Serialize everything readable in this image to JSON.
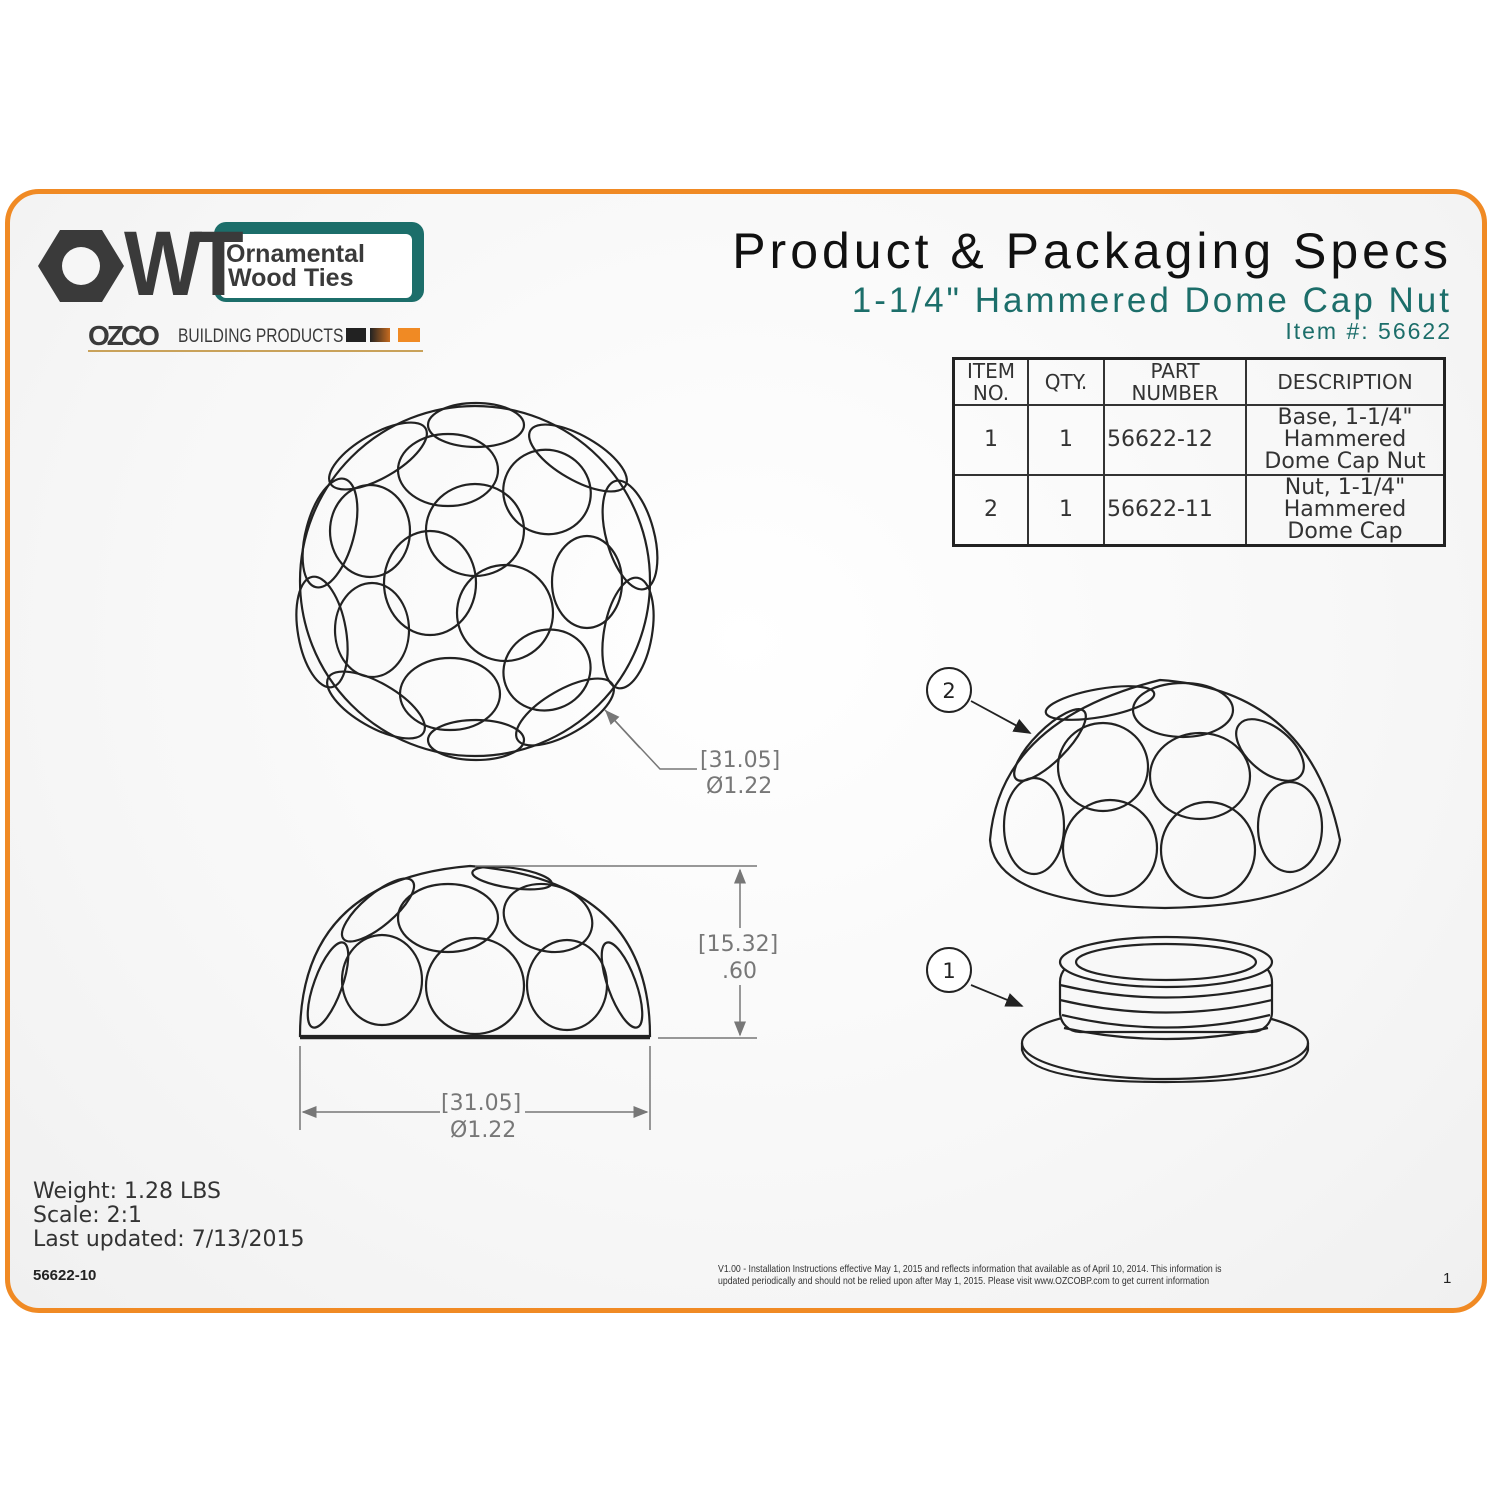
{
  "brand": {
    "logo_letters": "OWT",
    "logo_line1": "Ornamental",
    "logo_line2": "Wood Ties",
    "parent_company": "OZCO",
    "parent_tagline": "BUILDING PRODUCTS",
    "colors": {
      "accent_orange": "#f08a24",
      "teal": "#1c6e6a",
      "dark": "#3a3a3a"
    }
  },
  "header": {
    "title": "Product & Packaging Specs",
    "subtitle": "1-1/4\" Hammered Dome Cap Nut",
    "item_number": "Item #: 56622"
  },
  "bom_table": {
    "columns": [
      "ITEM NO.",
      "QTY.",
      "PART NUMBER",
      "DESCRIPTION"
    ],
    "header_lines": {
      "item_no": [
        "ITEM",
        "NO."
      ],
      "qty": [
        "QTY."
      ],
      "part_number": [
        "PART",
        "NUMBER"
      ],
      "description": [
        "DESCRIPTION"
      ]
    },
    "rows": [
      {
        "item_no": "1",
        "qty": "1",
        "part_number": "56622-12",
        "description": [
          "Base, 1-1/4\"",
          "Hammered",
          "Dome Cap Nut"
        ]
      },
      {
        "item_no": "2",
        "qty": "1",
        "part_number": "56622-11",
        "description": [
          "Nut, 1-1/4\"",
          "Hammered",
          "Dome Cap"
        ]
      }
    ]
  },
  "drawings": {
    "top_view": {
      "dim_metric": "[31.05]",
      "dim_imperial": "Ø1.22"
    },
    "side_view": {
      "height_metric": "[15.32]",
      "height_imperial": ".60",
      "width_metric": "[31.05]",
      "width_imperial": "Ø1.22"
    },
    "exploded_view": {
      "balloon_1": "1",
      "balloon_2": "2"
    }
  },
  "specs": {
    "weight": "Weight: 1.28 LBS",
    "scale": "Scale: 2:1",
    "last_updated": "Last updated: 7/13/2015"
  },
  "footer": {
    "doc_number": "56622-10",
    "disclaimer_line1": "V1.00 - Installation Instructions effective May 1, 2015 and reflects information that available as of April 10, 2014. This information is",
    "disclaimer_line2": "updated periodically and should not be relied upon after May 1, 2015. Please visit www.OZCOBP.com to get current information",
    "page_number": "1"
  }
}
